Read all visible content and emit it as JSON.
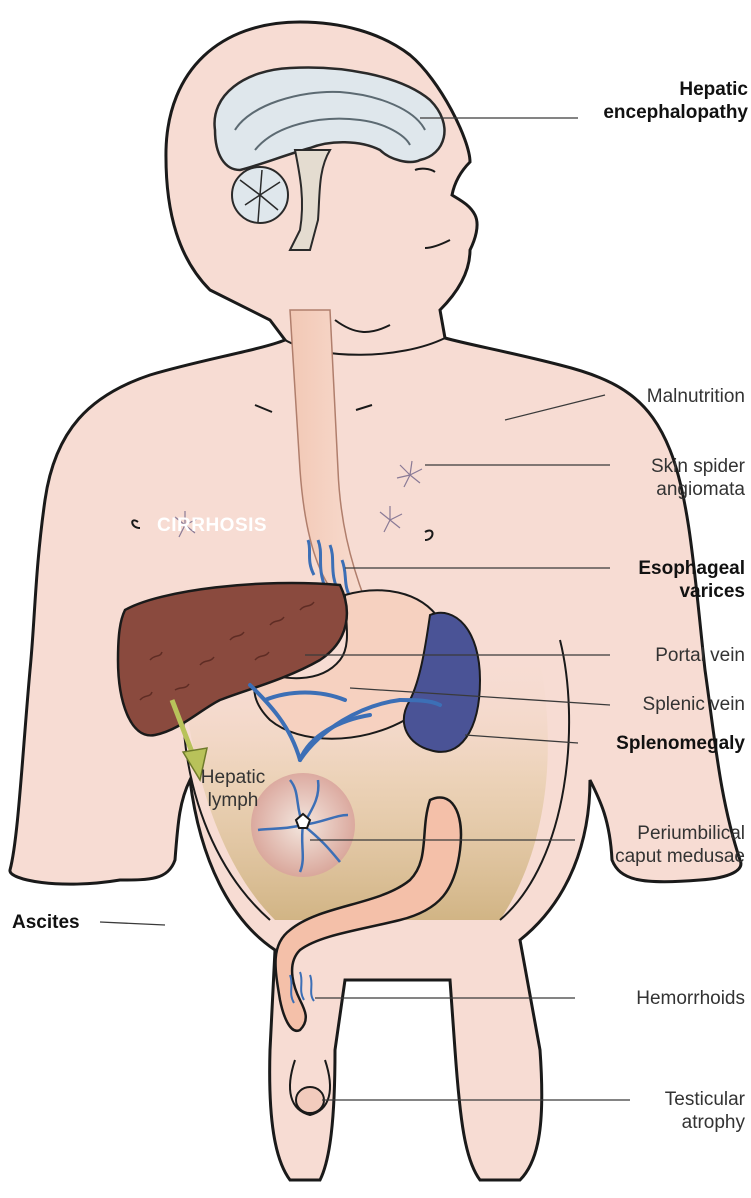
{
  "organ_label": "CIRRHOSIS",
  "labels": {
    "hepatic_encephalopathy": [
      "Hepatic",
      "encephalopathy"
    ],
    "malnutrition": [
      "Malnutrition"
    ],
    "skin_spider_angiomata": [
      "Skin spider",
      "angiomata"
    ],
    "esophageal_varices": [
      "Esophageal",
      "varices"
    ],
    "portal_vein": [
      "Portal vein"
    ],
    "splenic_vein": [
      "Splenic vein"
    ],
    "splenomegaly": [
      "Splenomegaly"
    ],
    "hepatic_lymph": [
      "Hepatic",
      "lymph"
    ],
    "periumbilical_caput_medusae": [
      "Periumbilical",
      "caput medusae"
    ],
    "ascites": [
      "Ascites"
    ],
    "hemorrhoids": [
      "Hemorrhoids"
    ],
    "testicular_atrophy": [
      "Testicular",
      "atrophy"
    ]
  },
  "colors": {
    "skin": "#f7dcd3",
    "liver": "#8a4a3e",
    "spleen": "#4a5396",
    "vein": "#3c6fb6",
    "brain": "#dfe7ec",
    "ascites": "#d2b98a",
    "lymph_arrow": "#b8c25a"
  }
}
